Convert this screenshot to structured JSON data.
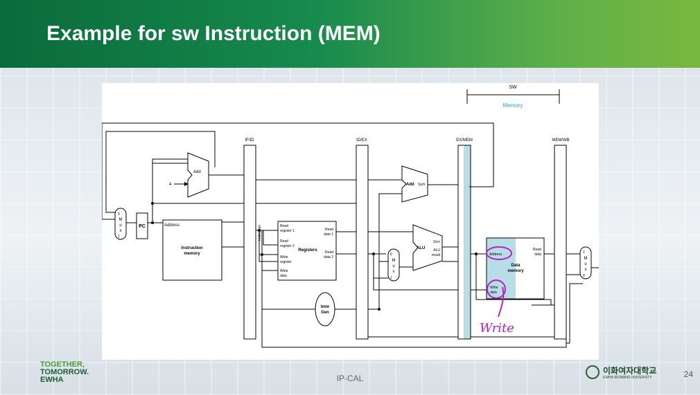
{
  "slide": {
    "title": "Example for sw Instruction (MEM)",
    "footer_center": "IP-CAL",
    "page_number": "24"
  },
  "logos": {
    "left_lines": [
      "TOGETHER,",
      "TOMORROW.",
      "EWHA"
    ],
    "right_name": "이화여자대학교",
    "right_sub": "EWHA WOMANS UNIVERSITY"
  },
  "diagram": {
    "stage_bracket": "SW",
    "stage_name": "Memory",
    "pipeline_registers": [
      "IF/ID",
      "ID/EX",
      "EX/MEM",
      "MEM/WB"
    ],
    "add_unit": "Add",
    "const_four": "4",
    "pc": "PC",
    "instr_mem_address": "Address",
    "instr_mem_title": [
      "Instruction",
      "memory"
    ],
    "instruction_label": "Instruction",
    "mux": [
      "M",
      "u",
      "x"
    ],
    "mux_inputs": [
      "0",
      "1"
    ],
    "reg_ports": {
      "read_reg1": [
        "Read",
        "register 1"
      ],
      "read_reg2": [
        "Read",
        "register 2"
      ],
      "write_reg": [
        "Write",
        "register"
      ],
      "write_data": [
        "Write",
        "data"
      ],
      "read_data1": [
        "Read",
        "data 1"
      ],
      "read_data2": [
        "Read",
        "data 2"
      ],
      "title": "Registers"
    },
    "imm_gen": [
      "Imm",
      "Gen"
    ],
    "add_sum": [
      "Add",
      "Sum"
    ],
    "alu": {
      "title": "ALU",
      "zero": "Zero",
      "result": [
        "ALU",
        "result"
      ]
    },
    "data_mem": {
      "address": "Address",
      "write_data": [
        "Write",
        "data"
      ],
      "read_data": [
        "Read",
        "data"
      ],
      "title": [
        "Data",
        "memory"
      ]
    },
    "annotation": "Write",
    "colors": {
      "highlight": "#b9dde6",
      "annotation": "#b51fc8",
      "stage_text": "#2aa3c4"
    }
  }
}
